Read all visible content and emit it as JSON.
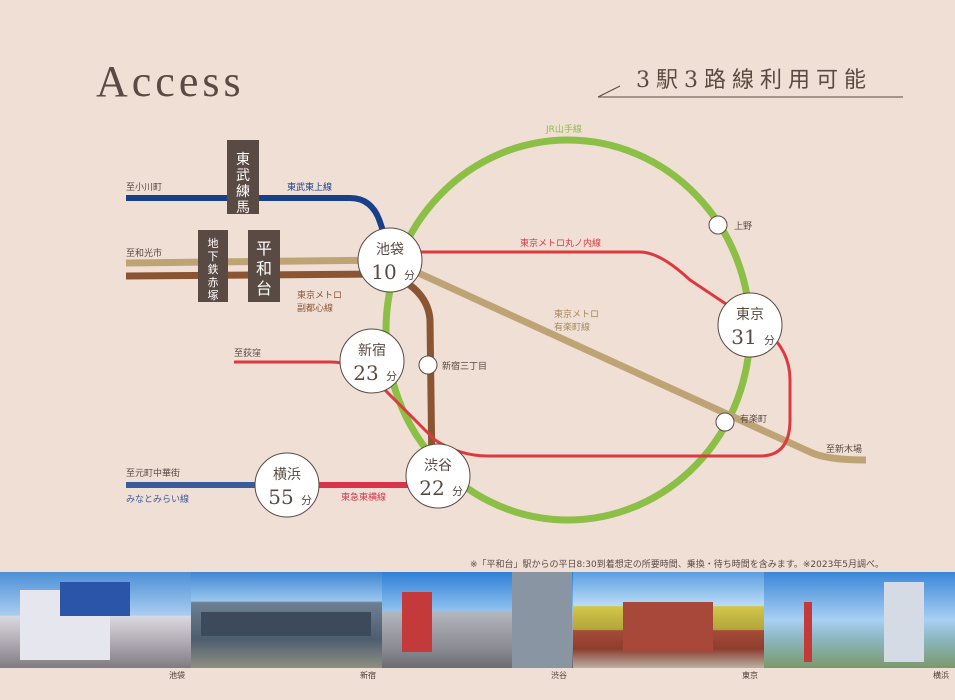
{
  "title": "Access",
  "subtitle": "3駅3路線利用可能",
  "lines": {
    "yamanote": "JR山手線",
    "tobu_tojo": "東武東上線",
    "marunouchi": "東京メトロ丸ノ内線",
    "yurakucho": [
      "東京メトロ",
      "有楽町線"
    ],
    "fukutoshin": [
      "東京メトロ",
      "副都心線"
    ],
    "toyoko": "東急東横線",
    "minatomirai": "みなとみらい線"
  },
  "destinations": {
    "ogawamachi": "至小川町",
    "wakoshi": "至和光市",
    "ogikubo": "至荻窪",
    "shinkiba": "至新木場",
    "motomachi": "至元町中華街"
  },
  "origin_stations": {
    "tobu_nerima": [
      "東",
      "武",
      "練",
      "馬"
    ],
    "chikatetsu_narimasu": [
      "地",
      "下",
      "鉄",
      "赤",
      "塚"
    ],
    "heiwadai": [
      "平",
      "和",
      "台"
    ]
  },
  "stations": {
    "ikebukuro": {
      "name": "池袋",
      "minutes": "10",
      "unit": "分"
    },
    "shinjuku": {
      "name": "新宿",
      "minutes": "23",
      "unit": "分"
    },
    "shibuya": {
      "name": "渋谷",
      "minutes": "22",
      "unit": "分"
    },
    "tokyo": {
      "name": "東京",
      "minutes": "31",
      "unit": "分"
    },
    "yokohama": {
      "name": "横浜",
      "minutes": "55",
      "unit": "分"
    }
  },
  "minor_stations": {
    "ueno": "上野",
    "yurakucho": "有楽町",
    "shinjuku_sanchome": "新宿三丁目"
  },
  "note": "※「平和台」駅からの平日8:30到着想定の所要時間、乗換・待ち時間を含みます。※2023年5月調べ。",
  "photos": [
    {
      "caption": "池袋"
    },
    {
      "caption": "新宿"
    },
    {
      "caption": "渋谷"
    },
    {
      "caption": "東京"
    },
    {
      "caption": "横浜"
    }
  ],
  "colors": {
    "background": "#efdfd5",
    "yamanote": "#8cbf46",
    "tobu": "#173f8a",
    "marunouchi": "#dd3a3f",
    "yurakucho": "#bea475",
    "fukutoshin": "#8b5532",
    "toyoko": "#d9334a",
    "minatomirai": "#3a5a9a",
    "badge": "#5a4a44"
  }
}
